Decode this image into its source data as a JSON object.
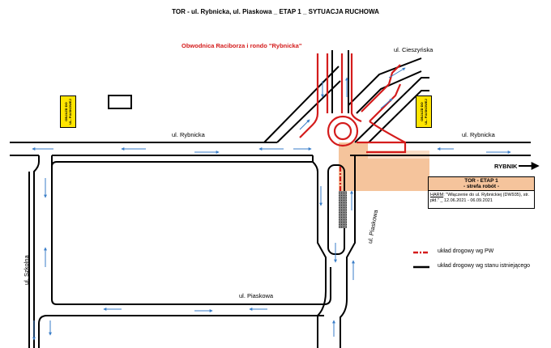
{
  "title": "TOR - ul. Rybnicka, ul. Piaskowa _ ETAP  1 _ SYTUACJA RUCHOWA",
  "red_title": "Obwodnica Raciborza i rondo \"Rybnicka\"",
  "labels": {
    "cieszynska": "ul. Cieszyńska",
    "rybnicka_left": "ul. Rybnicka",
    "rybnicka_right": "ul. Rybnicka",
    "rybnik": "RYBNIK",
    "szkolna": "ul. Szkolna",
    "piaskowa_bottom": "ul. Piaskowa",
    "piaskowa_vertical": "ul. Piaskowa"
  },
  "signs": {
    "left": "OBJAZD DO\nUL. PIASKOWEJ",
    "right": "OBJAZD DO\nUL. PIASKOWEJ"
  },
  "info_box": {
    "heading": "TOR - ETAP 1",
    "subheading": "- strefa robót -",
    "harm_label": "HARM",
    "harm_text": ": \"Włączenie do ul. Rybnickiej (DW935), str. płd.\" _ 12.06.2021 - 06.09.2021"
  },
  "legend": [
    {
      "label": "układ drogowy  wg PW",
      "color": "#d41c1c",
      "style": "dash-dot"
    },
    {
      "label": "układ drogowy wg stanu istniejącego",
      "color": "#000000",
      "style": "solid"
    }
  ],
  "colors": {
    "road_outline": "#000000",
    "new_layout": "#d41c1c",
    "flow_arrows": "#3a7ec8",
    "work_zone": "#f5c49c",
    "sign_yellow": "#ffe500"
  }
}
